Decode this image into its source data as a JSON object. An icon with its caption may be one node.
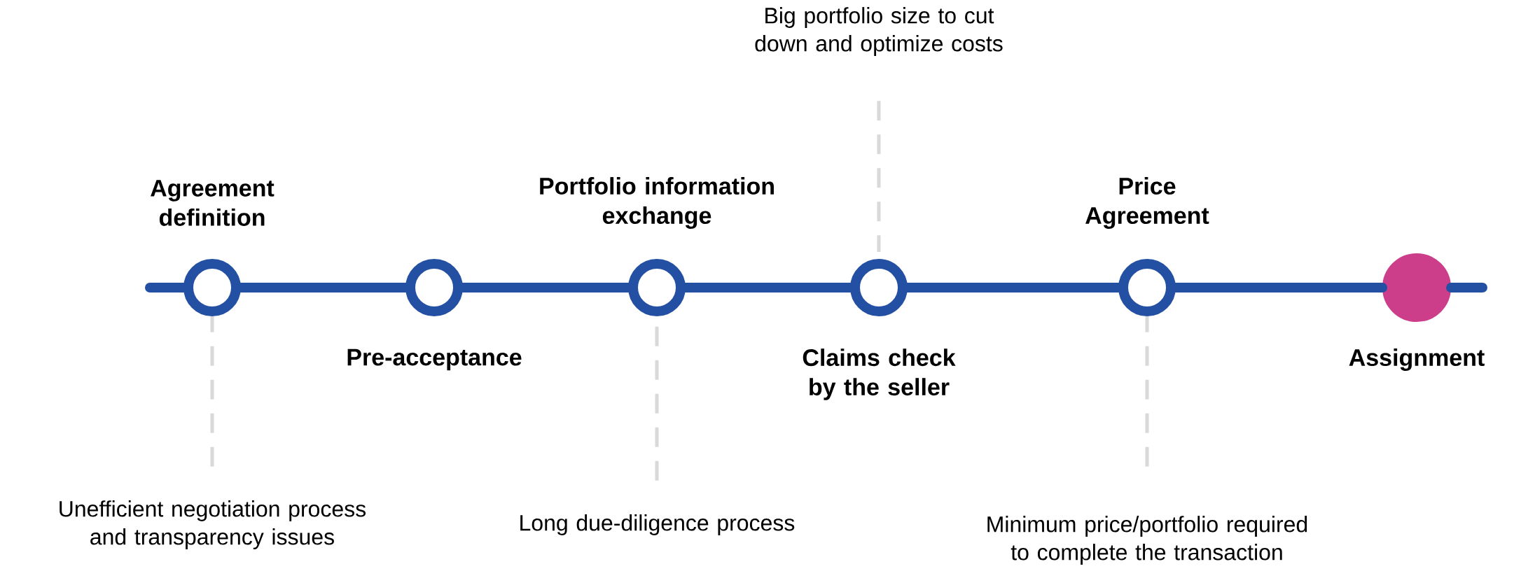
{
  "diagram": {
    "nodes": [
      {
        "text": [
          "Agreement definition"
        ]
      },
      {
        "text": [
          "Pre-acceptance"
        ]
      },
      {
        "text": [
          "Portfolio information exchange"
        ]
      },
      {
        "text": [
          "Claims check by the seller"
        ]
      },
      {
        "text": [
          "Price Agreement"
        ]
      },
      {
        "text": [
          "Assignment"
        ]
      },
      {
        "text": [
          "Big portfolio size to cut down and optimize costs"
        ]
      },
      {
        "text": [
          "Unefficient negotiation process and transparency issues"
        ]
      },
      {
        "text": [
          "Long due-diligence process"
        ]
      },
      {
        "text": [
          "Minimum price/portfolio required to complete the transaction"
        ]
      }
    ],
    "edges": [
      {
        "from": null,
        "to": 0,
        "arrow": "none"
      },
      {
        "from": 0,
        "to": 1,
        "arrow": "none"
      },
      {
        "from": 1,
        "to": 2,
        "arrow": "none"
      },
      {
        "from": 2,
        "to": 3,
        "arrow": "none"
      },
      {
        "from": 3,
        "to": 4,
        "arrow": "none"
      },
      {
        "from": 4,
        "to": 5,
        "arrow": "none"
      },
      {
        "from": 5,
        "to": null,
        "arrow": "none"
      },
      {
        "from": 6,
        "to": 3,
        "arrow": "none",
        "style": "dashed",
        "color": "#d9d9d9"
      },
      {
        "from": 7,
        "to": 0,
        "arrow": "none",
        "style": "dashed",
        "color": "#d9d9d9"
      },
      {
        "from": 8,
        "to": 2,
        "arrow": "none",
        "style": "dashed",
        "color": "#d9d9d9"
      },
      {
        "from": 9,
        "to": 4,
        "arrow": "none",
        "style": "dashed",
        "color": "#d9d9d9"
      }
    ]
  }
}
